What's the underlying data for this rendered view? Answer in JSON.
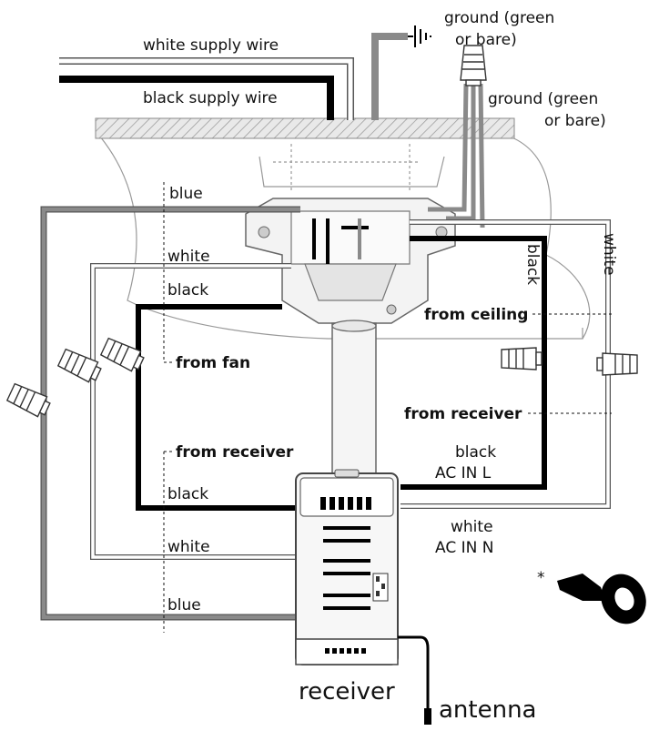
{
  "colors": {
    "black_wire": "#000000",
    "white_wire_fill": "#ffffff",
    "white_wire_outline": "#555555",
    "blue_wire": "#7a7a7a",
    "ground_wire": "#8a8a8a",
    "ceiling_hatch": "#b5b5b5"
  },
  "labels": {
    "white_supply_wire": "white supply wire",
    "black_supply_wire": "black supply wire",
    "ground_top_line1": "ground (green",
    "ground_top_line2": "or bare)",
    "ground_mid_line1": "ground (green",
    "ground_mid_line2": "or bare)",
    "blue_top": "blue",
    "white_left": "white",
    "black_left": "black",
    "from_fan": "from fan",
    "from_receiver_left": "from receiver",
    "black_left_lower": "black",
    "white_left_lower": "white",
    "blue_left_lower": "blue",
    "black_right_vertical": "black",
    "white_right_vertical": "white",
    "from_ceiling": "from ceiling",
    "from_receiver_right": "from receiver",
    "black_ac_line1": "black",
    "black_ac_line2": "AC IN L",
    "white_ac_line1": "white",
    "white_ac_line2": "AC IN N",
    "asterisk": "*",
    "receiver": "receiver",
    "antenna": "antenna"
  },
  "icons": [
    "wire-nut-icon",
    "ground-symbol-icon",
    "electrical-tape-icon",
    "dip-switch-icon"
  ]
}
